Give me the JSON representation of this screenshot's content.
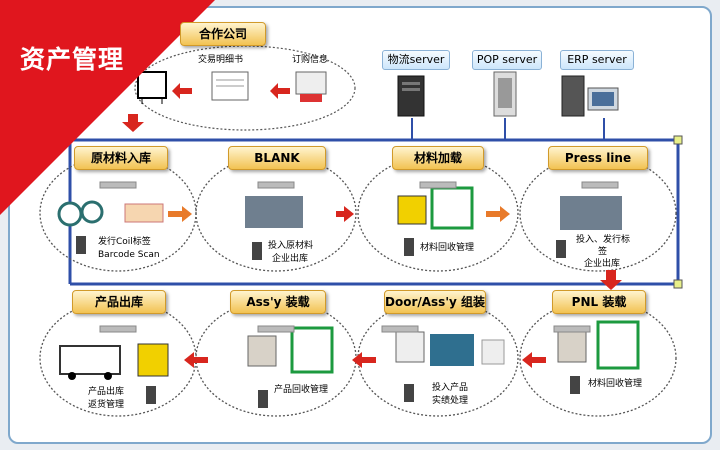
{
  "corner_title": "资产管理",
  "partner_box": "合作公司",
  "partner_docs": {
    "left": "交易明细书",
    "right": "订购信息"
  },
  "servers": [
    "物流server",
    "POP server",
    "ERP server"
  ],
  "stages_top": [
    {
      "title": "原材料入库",
      "caption": [
        "发行Coil标签",
        "Barcode Scan"
      ]
    },
    {
      "title": "BLANK",
      "caption": [
        "投入原材料",
        "企业出库"
      ]
    },
    {
      "title": "材料加载",
      "caption": [
        "材料回收管理"
      ]
    },
    {
      "title": "Press line",
      "caption": [
        "投入、发行标",
        "签",
        "企业出库"
      ]
    }
  ],
  "stages_bottom": [
    {
      "title": "产品出库",
      "caption": [
        "产品出库",
        "返货管理"
      ]
    },
    {
      "title": "Ass'y 装载",
      "caption": [
        "产品回收管理"
      ]
    },
    {
      "title": "Door/Ass'y 组装",
      "caption": [
        "投入产品",
        "实绩处理"
      ]
    },
    {
      "title": "PNL 装载",
      "caption": [
        "材料回收管理"
      ]
    }
  ],
  "colors": {
    "accent_red": "#e0161e",
    "network_blue": "#2f4fa8",
    "arrow_red": "#d8261e",
    "pill_gold": "#f2c252"
  }
}
